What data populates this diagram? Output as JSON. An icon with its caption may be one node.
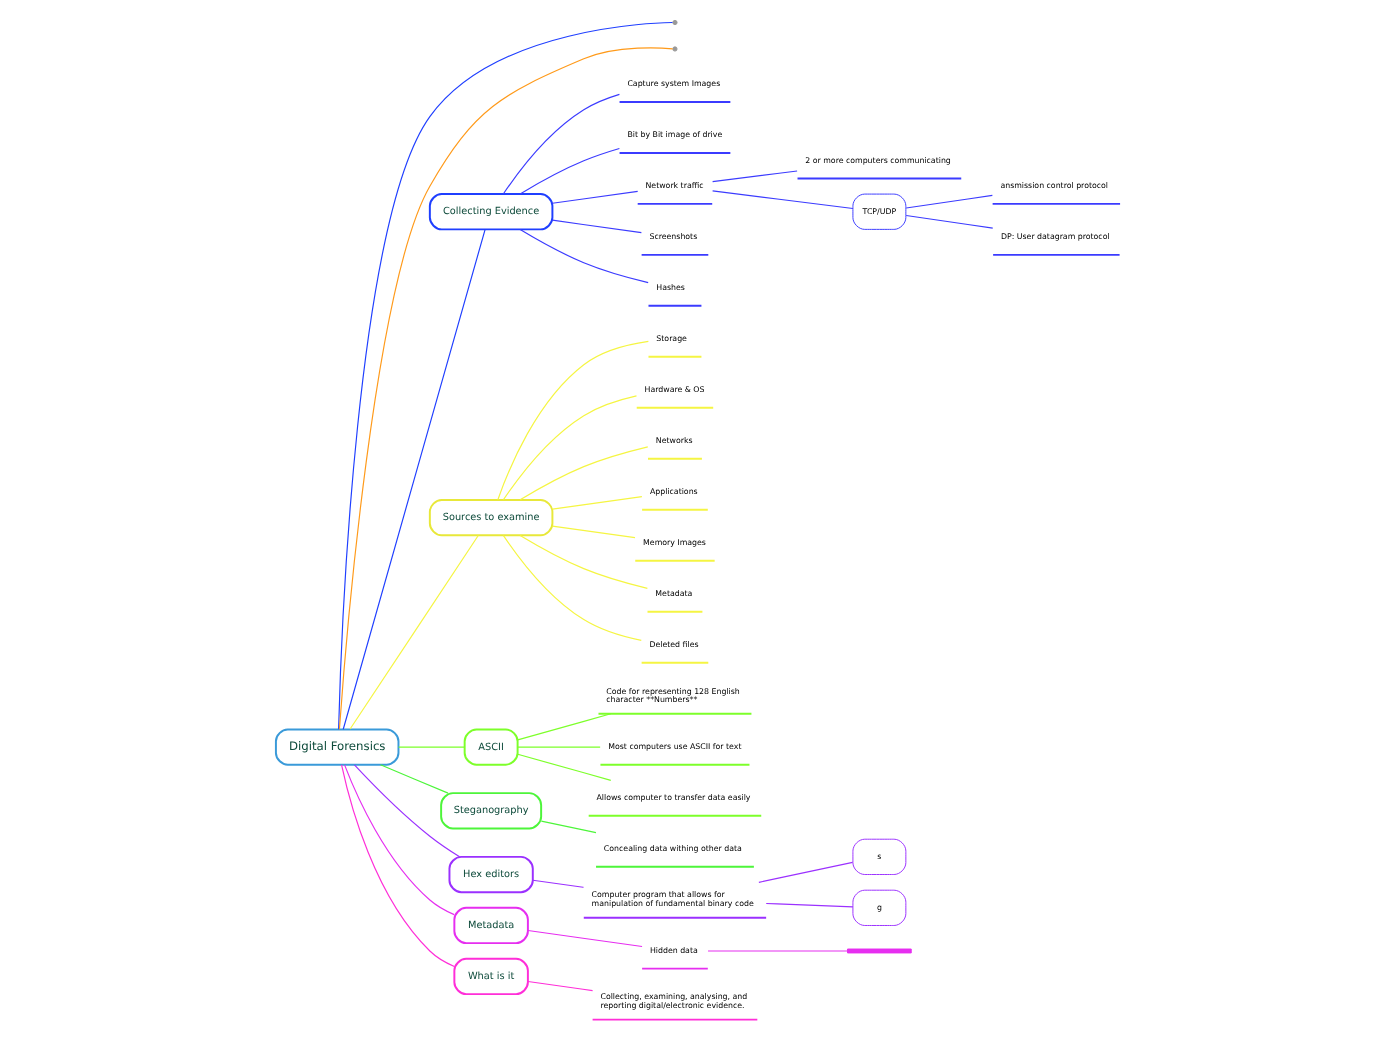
{
  "diagram": {
    "nodes": [
      {
        "text": [
          "Digital Forensics"
        ]
      },
      {
        "text": [
          "Collecting Evidence"
        ]
      },
      {
        "text": [
          "Capture system Images"
        ]
      },
      {
        "text": [
          "Bit by Bit image of drive"
        ]
      },
      {
        "text": [
          "Network traffic"
        ]
      },
      {
        "text": [
          "2 or more computers communicating"
        ]
      },
      {
        "text": [
          "TCP/UDP"
        ]
      },
      {
        "text": [
          "ansmission control protocol"
        ]
      },
      {
        "text": [
          "DP: User datagram protocol"
        ]
      },
      {
        "text": [
          "Screenshots"
        ]
      },
      {
        "text": [
          "Hashes"
        ]
      },
      {
        "text": [
          "Sources to examine"
        ]
      },
      {
        "text": [
          "Storage"
        ]
      },
      {
        "text": [
          "Hardware & OS"
        ]
      },
      {
        "text": [
          "Networks"
        ]
      },
      {
        "text": [
          "Applications"
        ]
      },
      {
        "text": [
          "Memory Images"
        ]
      },
      {
        "text": [
          "Metadata"
        ]
      },
      {
        "text": [
          "Deleted files"
        ]
      },
      {
        "text": [
          "ASCII"
        ]
      },
      {
        "text": [
          "Code for representing 128 English character **Numbers**"
        ]
      },
      {
        "text": [
          "Most computers use ASCII for text"
        ]
      },
      {
        "text": [
          "Allows computer to transfer data easily"
        ]
      },
      {
        "text": [
          "Steganography"
        ]
      },
      {
        "text": [
          "Concealing data withing other data"
        ]
      },
      {
        "text": [
          "Hex editors"
        ]
      },
      {
        "text": [
          "Computer program that allows for manipulation of fundamental binary code"
        ]
      },
      {
        "text": [
          "s"
        ]
      },
      {
        "text": [
          "g"
        ]
      },
      {
        "text": [
          "Metadata"
        ]
      },
      {
        "text": [
          "Hidden data"
        ]
      },
      {
        "text": [],
        "shape": "bar"
      },
      {
        "text": [
          "What is it"
        ]
      },
      {
        "text": [
          "Collecting, examining, analysing, and reporting digital/electronic evidence."
        ]
      }
    ],
    "edges": [
      {
        "from": 0,
        "to": null,
        "arrow": "none",
        "color": "#1f3fff"
      },
      {
        "from": 0,
        "to": null,
        "arrow": "none",
        "color": "#ff9a1a"
      },
      {
        "from": 0,
        "to": 1,
        "arrow": "none",
        "color": "#1f3fff"
      },
      {
        "from": 1,
        "to": 2,
        "arrow": "none",
        "color": "#3b3bff"
      },
      {
        "from": 1,
        "to": 3,
        "arrow": "none",
        "color": "#3b3bff"
      },
      {
        "from": 1,
        "to": 4,
        "arrow": "none",
        "color": "#3b3bff"
      },
      {
        "from": 4,
        "to": 5,
        "arrow": "none",
        "color": "#3b3bff"
      },
      {
        "from": 4,
        "to": 6,
        "arrow": "none",
        "color": "#3b3bff"
      },
      {
        "from": 6,
        "to": 7,
        "arrow": "none",
        "color": "#3b3bff"
      },
      {
        "from": 6,
        "to": 8,
        "arrow": "none",
        "color": "#3b3bff"
      },
      {
        "from": 1,
        "to": 9,
        "arrow": "none",
        "color": "#3b3bff"
      },
      {
        "from": 1,
        "to": 10,
        "arrow": "none",
        "color": "#3b3bff"
      },
      {
        "from": 0,
        "to": 11,
        "arrow": "none",
        "color": "#f5f542"
      },
      {
        "from": 11,
        "to": 12,
        "arrow": "none",
        "color": "#f5f542"
      },
      {
        "from": 11,
        "to": 13,
        "arrow": "none",
        "color": "#f5f542"
      },
      {
        "from": 11,
        "to": 14,
        "arrow": "none",
        "color": "#f5f542"
      },
      {
        "from": 11,
        "to": 15,
        "arrow": "none",
        "color": "#f5f542"
      },
      {
        "from": 11,
        "to": 16,
        "arrow": "none",
        "color": "#f5f542"
      },
      {
        "from": 11,
        "to": 17,
        "arrow": "none",
        "color": "#f5f542"
      },
      {
        "from": 11,
        "to": 18,
        "arrow": "none",
        "color": "#f5f542"
      },
      {
        "from": 0,
        "to": 19,
        "arrow": "none",
        "color": "#7dff2a"
      },
      {
        "from": 19,
        "to": 20,
        "arrow": "none",
        "color": "#7dff2a"
      },
      {
        "from": 19,
        "to": 21,
        "arrow": "none",
        "color": "#7dff2a"
      },
      {
        "from": 19,
        "to": 22,
        "arrow": "none",
        "color": "#7dff2a"
      },
      {
        "from": 0,
        "to": 23,
        "arrow": "none",
        "color": "#4df53a"
      },
      {
        "from": 23,
        "to": 24,
        "arrow": "none",
        "color": "#4df53a"
      },
      {
        "from": 0,
        "to": 25,
        "arrow": "none",
        "color": "#9b30ff"
      },
      {
        "from": 25,
        "to": 26,
        "arrow": "none",
        "color": "#9b30ff"
      },
      {
        "from": 26,
        "to": 27,
        "arrow": "none",
        "color": "#9b30ff"
      },
      {
        "from": 26,
        "to": 28,
        "arrow": "none",
        "color": "#9b30ff"
      },
      {
        "from": 0,
        "to": 29,
        "arrow": "none",
        "color": "#e62ef0"
      },
      {
        "from": 29,
        "to": 30,
        "arrow": "none",
        "color": "#e62ef0"
      },
      {
        "from": 30,
        "to": 31,
        "arrow": "none",
        "color": "#e62ef0"
      },
      {
        "from": 0,
        "to": 32,
        "arrow": "none",
        "color": "#ff2ed8"
      },
      {
        "from": 32,
        "to": 33,
        "arrow": "none",
        "color": "#ff2ed8"
      }
    ]
  }
}
